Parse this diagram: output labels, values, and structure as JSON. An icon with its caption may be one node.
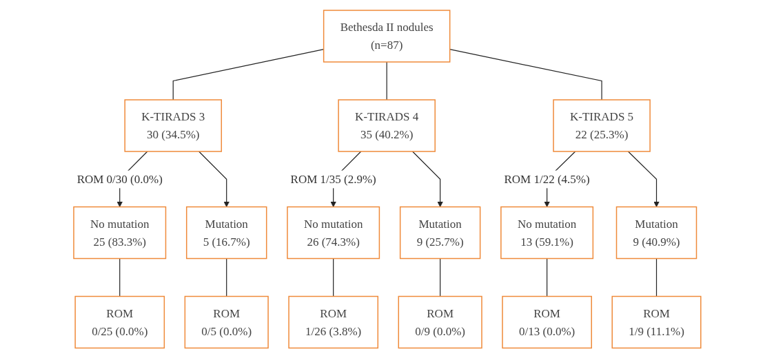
{
  "diagram": {
    "nodes": [
      {
        "text": [
          "Bethesda II nodules",
          "(n=87)"
        ]
      },
      {
        "text": [
          "K-TIRADS 3",
          "30 (34.5%)"
        ]
      },
      {
        "text": [
          "K-TIRADS 4",
          "35 (40.2%)"
        ]
      },
      {
        "text": [
          "K-TIRADS 5",
          "22 (25.3%)"
        ]
      },
      {
        "text": [
          "No mutation",
          "25 (83.3%)"
        ]
      },
      {
        "text": [
          "Mutation",
          "5 (16.7%)"
        ]
      },
      {
        "text": [
          "No mutation",
          "26 (74.3%)"
        ]
      },
      {
        "text": [
          "Mutation",
          "9 (25.7%)"
        ]
      },
      {
        "text": [
          "No mutation",
          "13 (59.1%)"
        ]
      },
      {
        "text": [
          "Mutation",
          "9 (40.9%)"
        ]
      },
      {
        "text": [
          "ROM",
          "0/25 (0.0%)"
        ]
      },
      {
        "text": [
          "ROM",
          "0/5 (0.0%)"
        ]
      },
      {
        "text": [
          "ROM",
          "1/26 (3.8%)"
        ]
      },
      {
        "text": [
          "ROM",
          "0/9 (0.0%)"
        ]
      },
      {
        "text": [
          "ROM",
          "0/13 (0.0%)"
        ]
      },
      {
        "text": [
          "ROM",
          "1/9 (11.1%)"
        ]
      }
    ],
    "edges": [
      {
        "from": 0,
        "to": 1,
        "arrow": "none"
      },
      {
        "from": 0,
        "to": 2,
        "arrow": "none"
      },
      {
        "from": 0,
        "to": 3,
        "arrow": "none"
      },
      {
        "from": 1,
        "to": 4,
        "arrow": "to",
        "label": "ROM 0/30 (0.0%)"
      },
      {
        "from": 1,
        "to": 5,
        "arrow": "to"
      },
      {
        "from": 2,
        "to": 6,
        "arrow": "to",
        "label": "ROM 1/35 (2.9%)"
      },
      {
        "from": 2,
        "to": 7,
        "arrow": "to"
      },
      {
        "from": 3,
        "to": 8,
        "arrow": "to",
        "label": "ROM 1/22 (4.5%)"
      },
      {
        "from": 3,
        "to": 9,
        "arrow": "to"
      },
      {
        "from": 4,
        "to": 10,
        "arrow": "none"
      },
      {
        "from": 5,
        "to": 11,
        "arrow": "none"
      },
      {
        "from": 6,
        "to": 12,
        "arrow": "none"
      },
      {
        "from": 7,
        "to": 13,
        "arrow": "none"
      },
      {
        "from": 8,
        "to": 14,
        "arrow": "none"
      },
      {
        "from": 9,
        "to": 15,
        "arrow": "none"
      }
    ]
  }
}
